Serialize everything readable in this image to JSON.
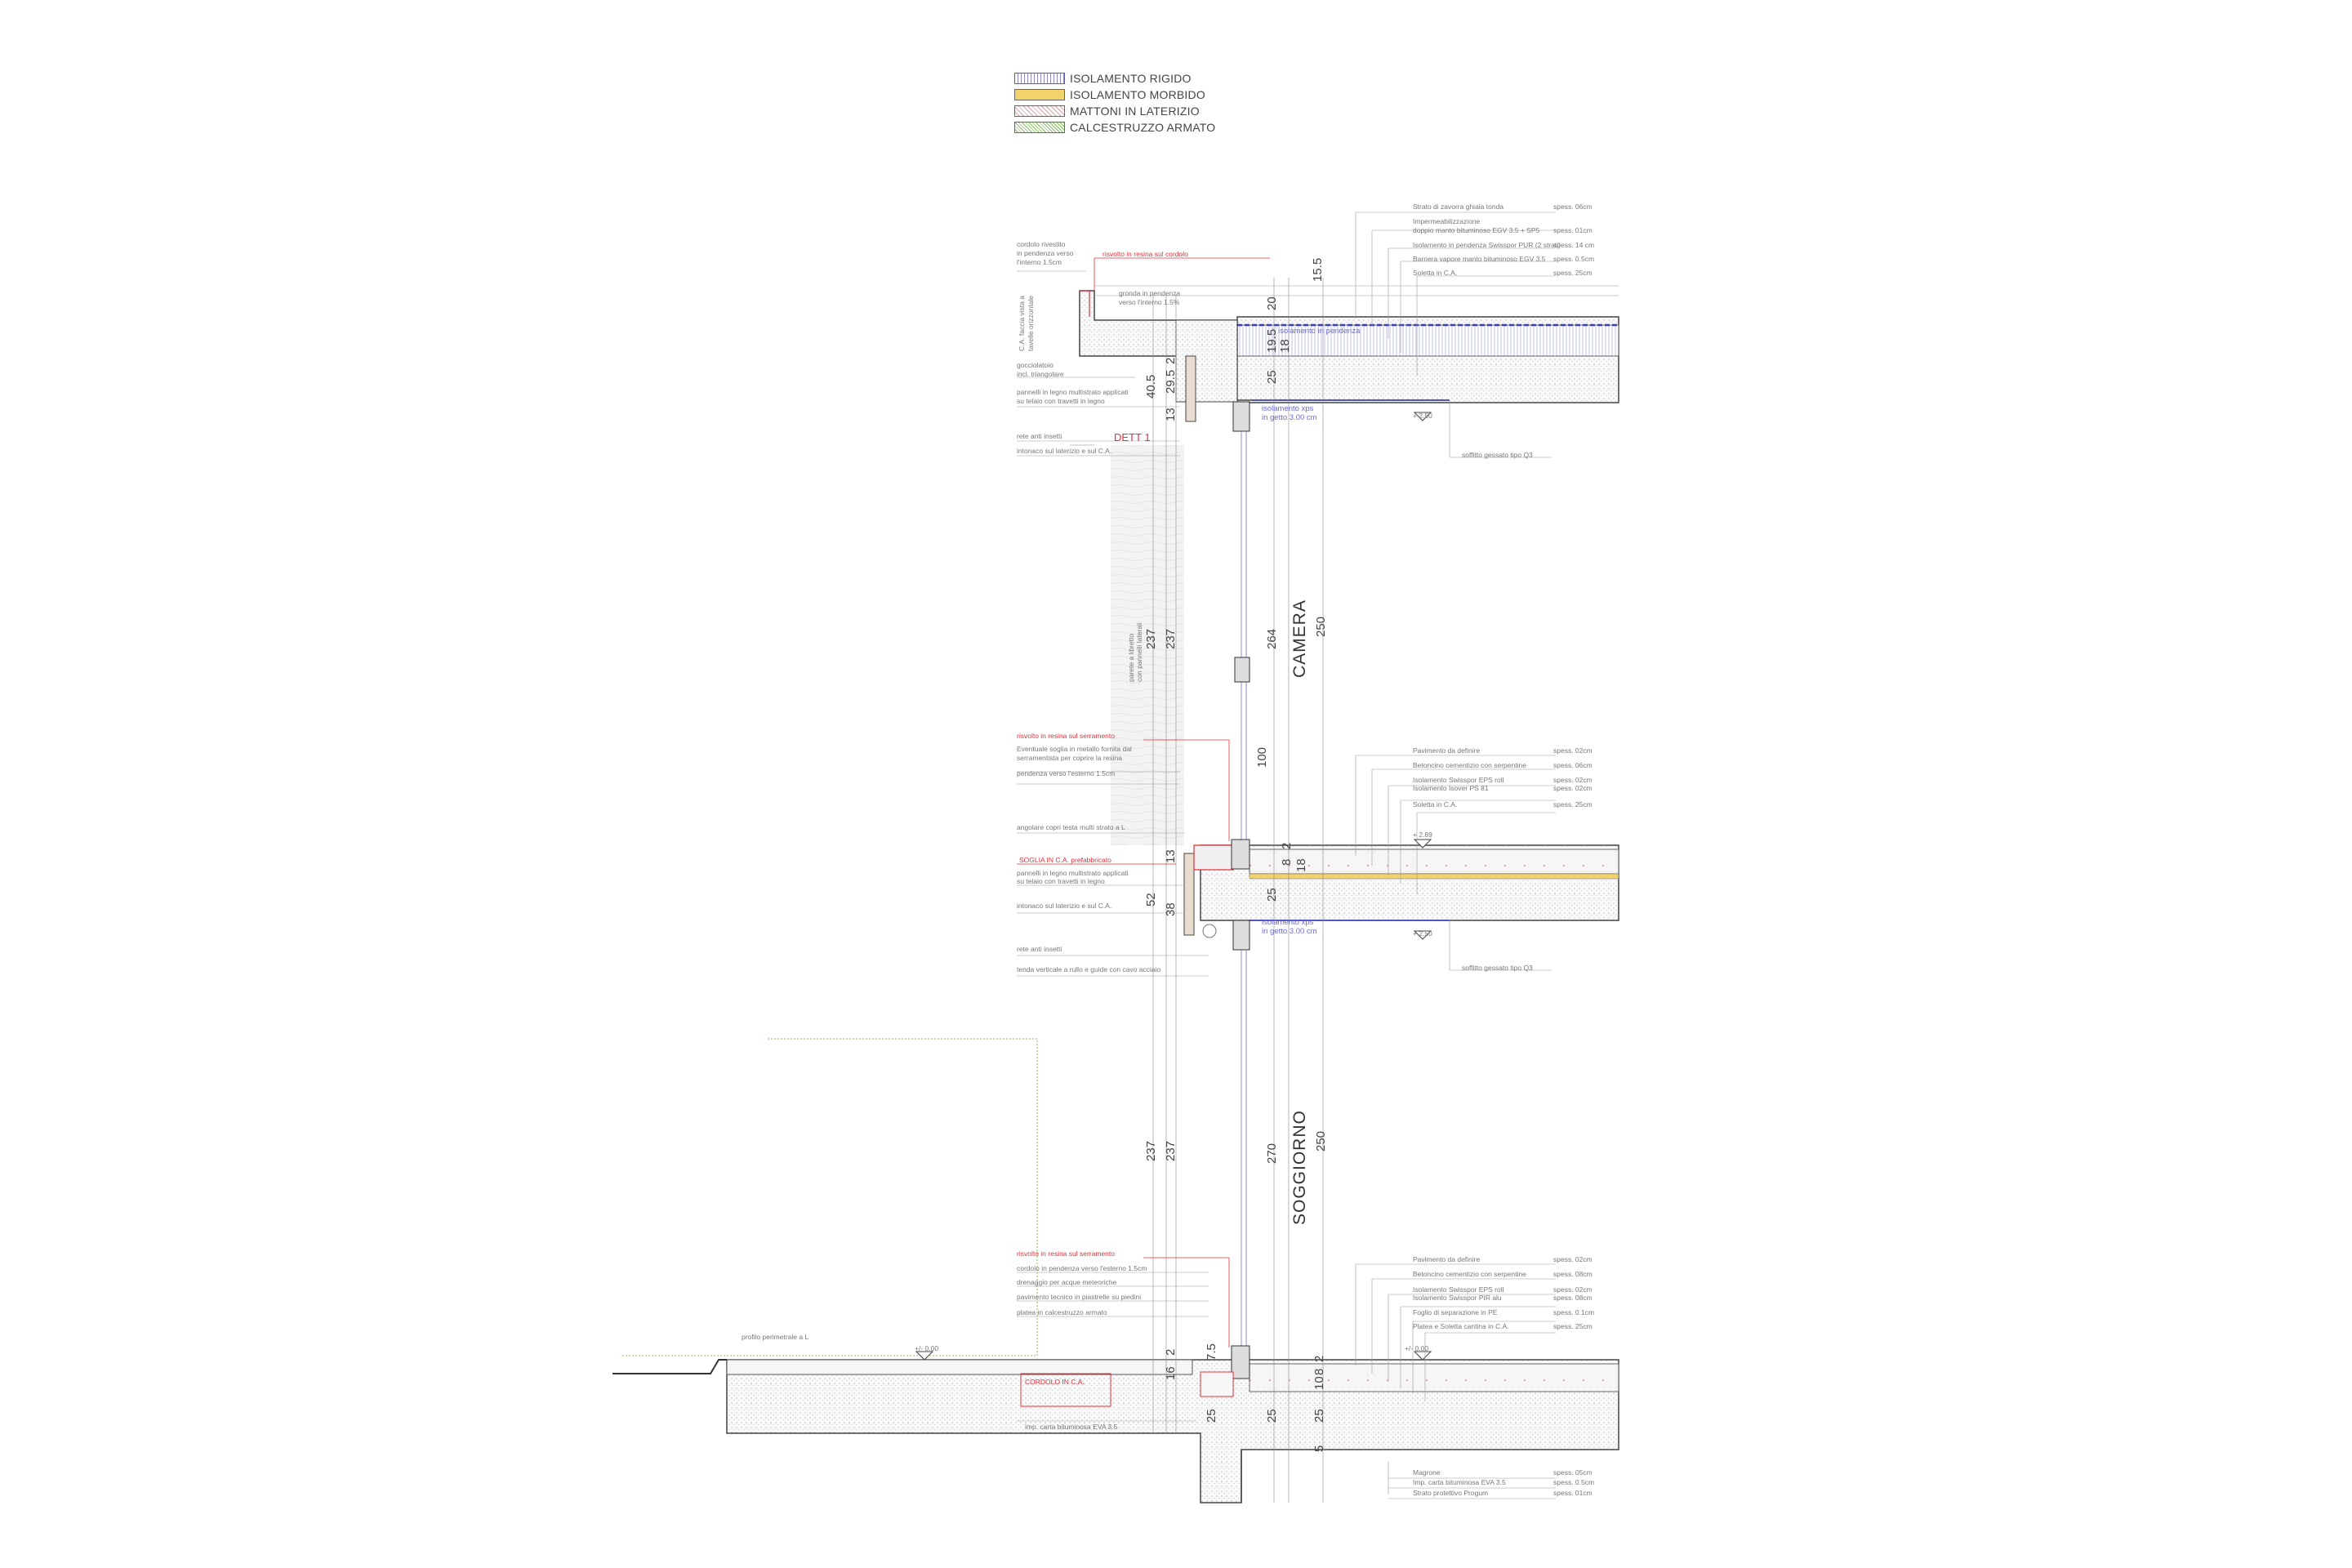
{
  "legend": [
    {
      "label": "ISOLAMENTO RIGIDO",
      "pattern": "rigid"
    },
    {
      "label": "ISOLAMENTO MORBIDO",
      "pattern": "soft"
    },
    {
      "label": "MATTONI IN LATERIZIO",
      "pattern": "brick"
    },
    {
      "label": "CALCESTRUZZO ARMATO",
      "pattern": "concrete"
    }
  ],
  "colors": {
    "line": "#555555",
    "accent_red": "#e0303a",
    "accent_blue": "#3b3bd0",
    "green": "#7fbf5a",
    "insul_rigid": "#9a9adf",
    "insul_soft": "#f2d36b"
  },
  "rooms": {
    "upper": "CAMERA",
    "lower": "SOGGIORNO"
  },
  "roof_layers": [
    {
      "text": "Strato di zavorra ghiaia tonda",
      "thk": "spess. 06cm"
    },
    {
      "text": "Impermeabilizzazione",
      "thk": ""
    },
    {
      "text": "doppio manto bituminoso EGV 3.5 + SP5",
      "thk": "spess. 01cm"
    },
    {
      "text": "Isolamento in pendenza Swisspor PUR (2 strati)",
      "thk": "spess. 14 cm"
    },
    {
      "text": "Barriera vapore manto bituminoso EGV 3.5",
      "thk": "spess. 0.5cm"
    },
    {
      "text": "Soletta in C.A.",
      "thk": "spess. 25cm"
    }
  ],
  "floor1_layers": [
    {
      "text": "Pavimento da definire",
      "thk": "spess. 02cm"
    },
    {
      "text": "Betoncino cementizio con serpentine",
      "thk": "spess. 06cm"
    },
    {
      "text": "Isolamento Swisspor EPS roll",
      "thk": "spess. 02cm"
    },
    {
      "text": "Isolamento Isover PS 81",
      "thk": "spess. 02cm"
    },
    {
      "text": "Soletta in C.A.",
      "thk": "spess. 25cm"
    }
  ],
  "floor0_layers": [
    {
      "text": "Pavimento da definire",
      "thk": "spess. 02cm"
    },
    {
      "text": "Betoncino cementizio con serpentine",
      "thk": "spess. 08cm"
    },
    {
      "text": "Isolamento Swisspor EPS roll",
      "thk": "spess. 02cm"
    },
    {
      "text": "Isolamento Swisspor PIR alu",
      "thk": "spess. 08cm"
    },
    {
      "text": "Foglio di separazione in PE",
      "thk": "spess. 0.1cm"
    },
    {
      "text": "Platea e Soletta cantina in C.A.",
      "thk": "spess. 25cm"
    }
  ],
  "base_layers": [
    {
      "text": "Magrone",
      "thk": "spess. 05cm"
    },
    {
      "text": "Imp. carta bituminosa EVA 3.5",
      "thk": "spess. 0.5cm"
    },
    {
      "text": "Strato protettivo Progum",
      "thk": "spess. 01cm"
    }
  ],
  "left_notes_top": [
    "cordolo rivestito",
    "in pendenza verso",
    "l'interno 1.5cm",
    "C.A. faccia vista a",
    "tavelle orizzontale",
    "gocciolatoio",
    "incl. triangolare",
    "pannelli in legno multistrato applicati",
    "su telaio con travetti in legno",
    "rete anti insetti",
    "intonaco sul laterizio e sul C.A."
  ],
  "left_notes_mid": [
    "Eventuale soglia in metallo fornita dal",
    "serramentista per coprire la resina",
    "pendenza verso l'esterno 1.5cm",
    "angolare copri testa multi strato a L",
    "pannelli in legno multistrato applicati",
    "su telaio con travetti in legno",
    "intonaco sul laterizio e sul C.A.",
    "rete anti insetti",
    "tenda verticale a rullo e guide con cavo acciaio"
  ],
  "left_notes_bot": [
    "cordolo in pendenza verso l'esterno 1.5cm",
    "drenaggio per acque meteoriche",
    "pavimento tecnico in piastrelle su piedini",
    "platea in calcestruzzo armato",
    "imp. carta bituminosa EVA 3.5"
  ],
  "red_notes": {
    "roof": "risvolto in resina sul cordolo",
    "mid": "risvolto in resina sul serramento",
    "bot": "risvolto in resina sul serramento",
    "dett": "DETT 1",
    "soglia": "SOGLIA IN C.A. prefabbricato",
    "base": "CORDOLO IN C.A."
  },
  "grande": [
    "grondа in pendenza",
    "verso l'interno 1.5%"
  ],
  "blue_notes": {
    "roof_insul": "isolamento in pendenza",
    "xps1a": "isolamento xps",
    "xps1b": "in getto 3.00 cm",
    "xps2a": "isolamento xps",
    "xps2b": "in getto 3.00 cm"
  },
  "ceiling": "soffitto gessato tipo Q3",
  "ceiling2": "soffitto gessato tipo Q3",
  "levels": {
    "l1": "+ 2.50",
    "l2": "+ 2.89",
    "l3": "+ 2.50",
    "l4": "+/- 0.00",
    "l5": "+/- 0.00"
  },
  "profilo": "profilo perimetrale a L",
  "parapet": [
    "parete a libretto",
    "con pannelli laterali"
  ],
  "dims": {
    "d155": "15.5",
    "d20": "20",
    "d195": "19.5",
    "d25a": "25",
    "d18": "18",
    "d405": "40.5",
    "d295": "29.5",
    "d13a": "13",
    "d2a": "2",
    "d237a": "237",
    "d237b": "237",
    "d264": "264",
    "d250a": "250",
    "d100": "100",
    "d13b": "13",
    "d52": "52",
    "d38": "38",
    "d8a": "8",
    "d2b": "2",
    "d25b": "25",
    "d18b": "18",
    "d237c": "237",
    "d237d": "237",
    "d270": "270",
    "d250b": "250",
    "d2c": "2",
    "d75": "7.5",
    "d16": "16",
    "d25c": "25",
    "d25d": "25",
    "d25e": "25",
    "d2d": "2",
    "d8b": "8",
    "d10": "10",
    "d5": "5"
  }
}
